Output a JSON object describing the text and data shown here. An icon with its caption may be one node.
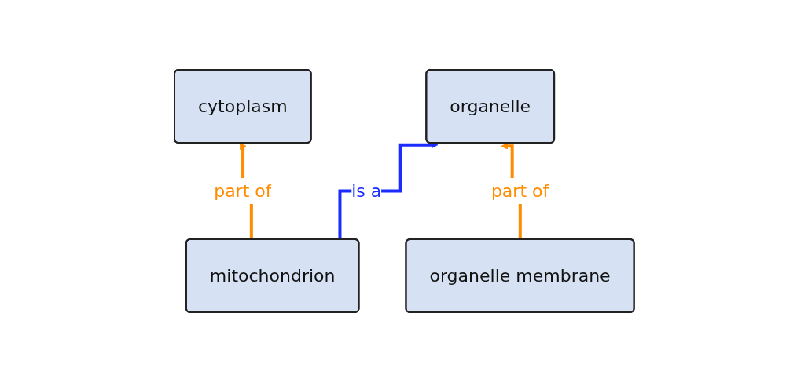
{
  "diagram": {
    "nodes": [
      {
        "text": [
          "cytoplasm"
        ]
      },
      {
        "text": [
          "organelle"
        ]
      },
      {
        "text": [
          "mitochondrion"
        ]
      },
      {
        "text": [
          "organelle membrane"
        ]
      }
    ],
    "edges": [
      {
        "from": 2,
        "to": 0,
        "arrow": "to",
        "label": "part of",
        "color": "#ff8c00"
      },
      {
        "from": 2,
        "to": 1,
        "arrow": "to",
        "label": "is a",
        "color": "#1a2cff"
      },
      {
        "from": 3,
        "to": 1,
        "arrow": "to",
        "label": "part of",
        "color": "#ff8c00"
      }
    ]
  }
}
